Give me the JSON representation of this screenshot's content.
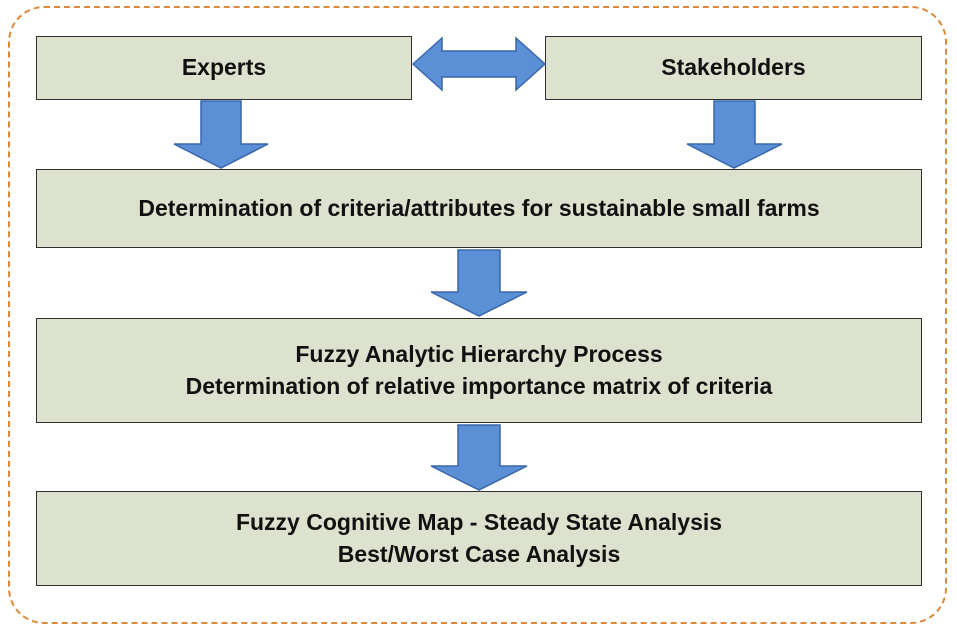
{
  "diagram": {
    "nodes": {
      "experts": "Experts",
      "stakeholders": "Stakeholders",
      "criteria": "Determination of criteria/attributes for sustainable small farms",
      "fahp_line1": "Fuzzy Analytic Hierarchy Process",
      "fahp_line2": "Determination of relative importance matrix of criteria",
      "fcm_line1": "Fuzzy Cognitive Map - Steady State Analysis",
      "fcm_line2": "Best/Worst Case Analysis"
    },
    "edges": [
      {
        "from": "experts",
        "to": "stakeholders",
        "type": "bidirectional"
      },
      {
        "from": "experts",
        "to": "criteria"
      },
      {
        "from": "stakeholders",
        "to": "criteria"
      },
      {
        "from": "criteria",
        "to": "fahp"
      },
      {
        "from": "fahp",
        "to": "fcm"
      }
    ],
    "colors": {
      "box_fill": "#dde2cf",
      "arrow_fill": "#5b8fd6",
      "frame_border": "#d98a3a"
    }
  }
}
